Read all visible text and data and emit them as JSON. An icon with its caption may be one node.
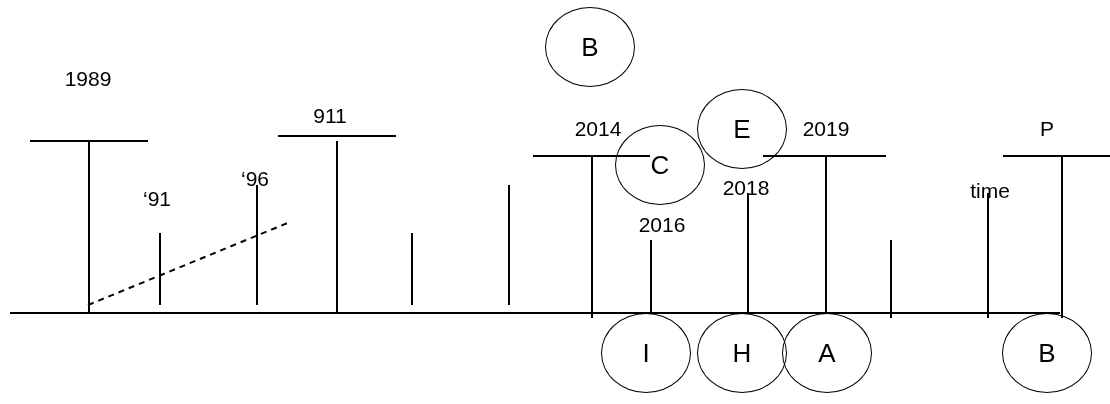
{
  "diagram": {
    "nodes": [
      {
        "text": [
          "B"
        ]
      },
      {
        "text": [
          "E"
        ]
      },
      {
        "text": [
          "C"
        ]
      },
      {
        "text": [
          "I"
        ]
      },
      {
        "text": [
          "H"
        ]
      },
      {
        "text": [
          "A"
        ]
      },
      {
        "text": [
          "B"
        ]
      }
    ],
    "edges": [],
    "labels": [
      "1989",
      "911",
      "2014",
      "2019",
      "P",
      "‘96",
      "time",
      "2018",
      "‘91",
      "2016"
    ]
  }
}
